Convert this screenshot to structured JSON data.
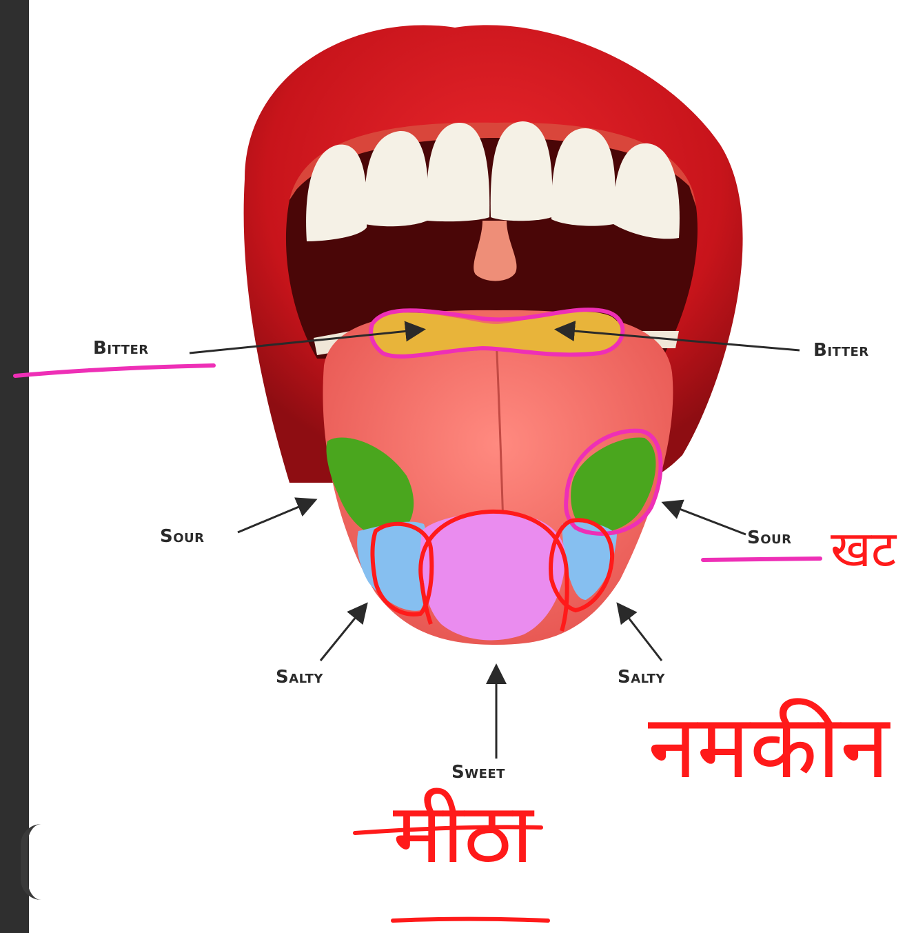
{
  "labels": {
    "bitter_left": "Bitter",
    "bitter_right": "Bitter",
    "sour_left": "Sour",
    "sour_right": "Sour",
    "salty_left": "Salty",
    "salty_right": "Salty",
    "sweet": "Sweet"
  },
  "handwritten": {
    "salty_hindi": "नमकीन",
    "sweet_hindi": "मीठा",
    "sour_hindi_partial": "खट"
  },
  "colors": {
    "lips": "#c8141b",
    "mouth_interior": "#4a0607",
    "teeth": "#f5f1e6",
    "tongue": "#f26a64",
    "bitter_zone": "#e8b43a",
    "sour_zone": "#4aa61e",
    "salty_zone": "#86bff0",
    "sweet_zone": "#ea8cef",
    "annotation_pink": "#ee2fb6",
    "annotation_red": "#ff1a1a"
  },
  "icons": [
    "arrow-icon"
  ]
}
